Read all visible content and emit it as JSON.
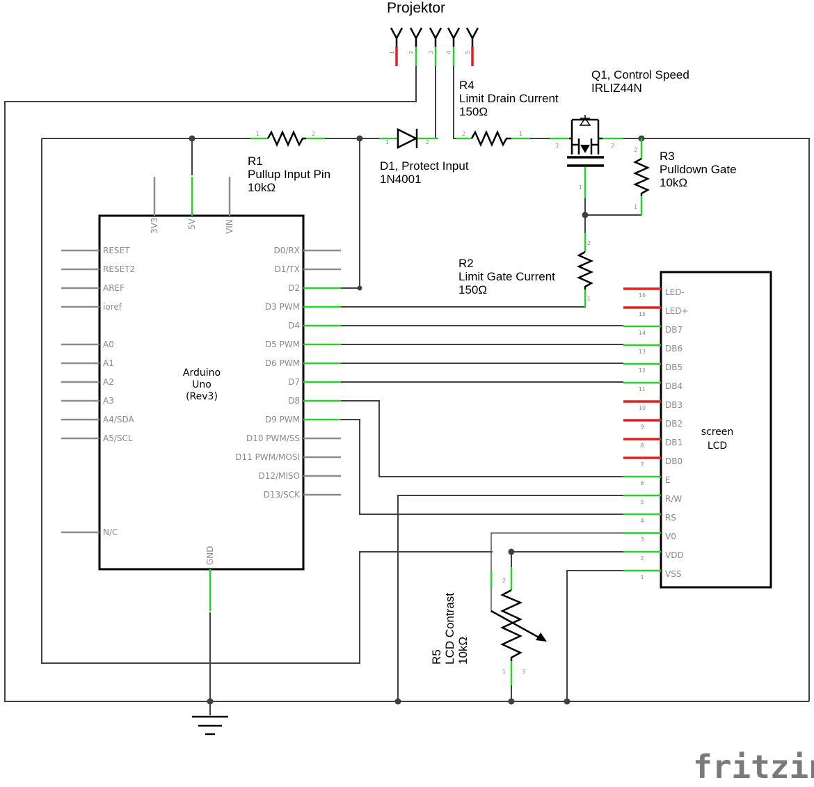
{
  "projector": {
    "title": "Projektor",
    "pins": [
      "1",
      "2",
      "3",
      "4",
      "5"
    ]
  },
  "r1": {
    "name": "R1",
    "desc": "Pullup Input Pin",
    "value": "10kΩ",
    "pins": [
      "1",
      "2"
    ]
  },
  "d1": {
    "name": "D1, Protect Input",
    "part": "1N4001",
    "pins": [
      "1",
      "2"
    ]
  },
  "r4": {
    "name": "R4",
    "desc": "Limit Drain Current",
    "value": "150Ω",
    "pins": [
      "2",
      "1"
    ]
  },
  "q1": {
    "name": "Q1, Control Speed",
    "part": "IRLIZ44N",
    "pins": [
      "3",
      "2",
      "1"
    ]
  },
  "r3": {
    "name": "R3",
    "desc": "Pulldown Gate",
    "value": "10kΩ",
    "pins": [
      "2",
      "1"
    ]
  },
  "r2": {
    "name": "R2",
    "desc": "Limit Gate Current",
    "value": "150Ω",
    "pins": [
      "2",
      "1"
    ]
  },
  "r5": {
    "name": "R5",
    "desc": "LCD Contrast",
    "value": "10kΩ",
    "pins": [
      "2",
      "1",
      "3"
    ]
  },
  "arduino": {
    "name_line1": "Arduino",
    "name_line2": "Uno",
    "name_line3": "(Rev3)",
    "top_pins": [
      "3V3",
      "5V",
      "VIN"
    ],
    "bottom_pin": "GND",
    "left_pins": [
      "RESET",
      "RESET2",
      "AREF",
      "ioref",
      "A0",
      "A1",
      "A2",
      "A3",
      "A4/SDA",
      "A5/SCL",
      "N/C"
    ],
    "right_pins": [
      "D0/RX",
      "D1/TX",
      "D2",
      "D3 PWM",
      "D4",
      "D5 PWM",
      "D6 PWM",
      "D7",
      "D8",
      "D9 PWM",
      "D10 PWM/SS",
      "D11 PWM/MOSI",
      "D12/MISO",
      "D13/SCK"
    ]
  },
  "lcd": {
    "name_line1": "screen",
    "name_line2": "LCD",
    "pins": [
      {
        "label": "LED-",
        "num": "16"
      },
      {
        "label": "LED+",
        "num": "15"
      },
      {
        "label": "DB7",
        "num": "14"
      },
      {
        "label": "DB6",
        "num": "13"
      },
      {
        "label": "DB5",
        "num": "12"
      },
      {
        "label": "DB4",
        "num": "11"
      },
      {
        "label": "DB3",
        "num": "10"
      },
      {
        "label": "DB2",
        "num": "9"
      },
      {
        "label": "DB1",
        "num": "8"
      },
      {
        "label": "DB0",
        "num": "7"
      },
      {
        "label": "E",
        "num": "6"
      },
      {
        "label": "R/W",
        "num": "5"
      },
      {
        "label": "RS",
        "num": "4"
      },
      {
        "label": "V0",
        "num": "3"
      },
      {
        "label": "VDD",
        "num": "2"
      },
      {
        "label": "VSS",
        "num": "1"
      }
    ]
  },
  "logo": "fritzing"
}
